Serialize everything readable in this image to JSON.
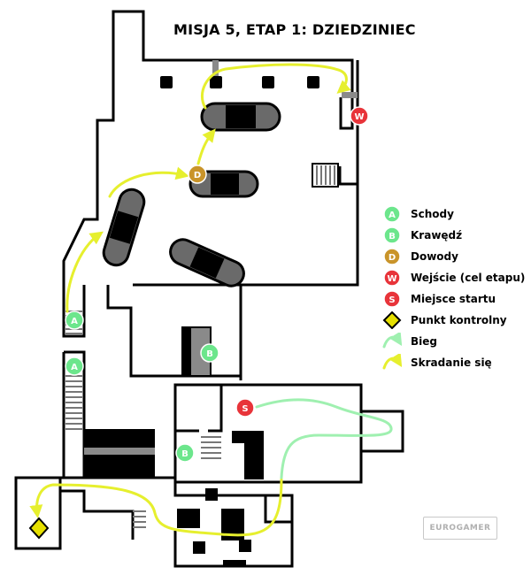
{
  "title": "MISJA 5, ETAP 1: DZIEDZINIEC",
  "colors": {
    "green": "#6ce68c",
    "ochre": "#c9942a",
    "red": "#e8343a",
    "diamond": "#e6e000",
    "run_path": "#9ff0b0",
    "sneak_path": "#e6ef2e",
    "walls": "#000000"
  },
  "markers": {
    "A": "A",
    "B": "B",
    "D": "D",
    "W": "W",
    "S": "S"
  },
  "legend": {
    "items": [
      {
        "icon": "A",
        "label": "Schody"
      },
      {
        "icon": "B",
        "label": "Krawędź"
      },
      {
        "icon": "D",
        "label": "Dowody"
      },
      {
        "icon": "W",
        "label": "Wejście (cel etapu)"
      },
      {
        "icon": "S",
        "label": "Miejsce startu"
      },
      {
        "icon": "diamond-icon",
        "label": "Punkt kontrolny"
      },
      {
        "icon": "run-arrow-icon",
        "label": "Bieg"
      },
      {
        "icon": "sneak-arrow-icon",
        "label": "Skradanie się"
      }
    ]
  },
  "watermark": "EUROGAMER"
}
